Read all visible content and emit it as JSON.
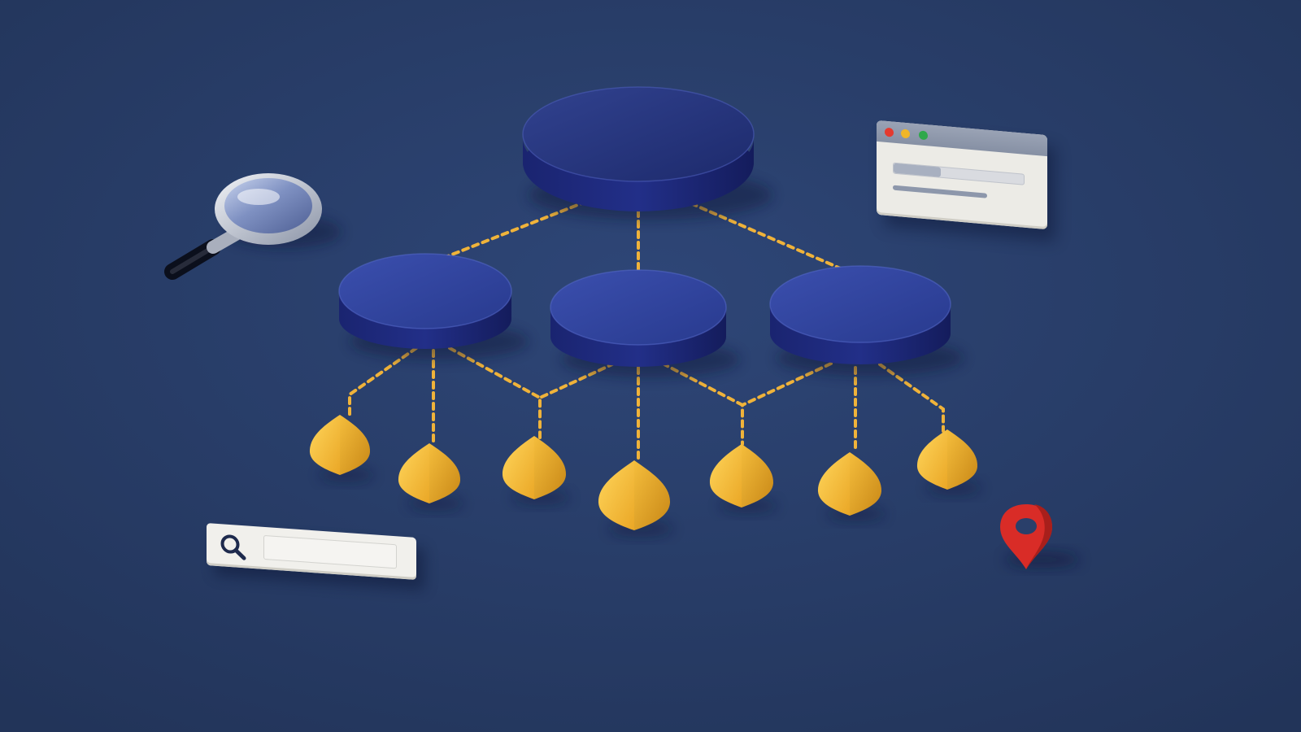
{
  "diagram": {
    "type": "hierarchy",
    "root": {
      "id": "root"
    },
    "branches": [
      {
        "id": "branch-left",
        "leaves": 2
      },
      {
        "id": "branch-center",
        "leaves": 3
      },
      {
        "id": "branch-right",
        "leaves": 2
      }
    ],
    "leaf_count": 7,
    "connector_style": "dashed"
  },
  "colors": {
    "background": "#2a3f6a",
    "node": "#2f3f9a",
    "node_dark": "#16206a",
    "leaf": "#f2b936",
    "leaf_dark": "#c98a14",
    "connector": "#f0b33a",
    "pin": "#e0322b"
  },
  "decorations": {
    "magnifier": "magnifying-glass-icon",
    "browser": "browser-window-icon",
    "search": "search-icon",
    "pin": "map-pin-icon"
  },
  "search_bar": {
    "placeholder": "",
    "value": ""
  }
}
